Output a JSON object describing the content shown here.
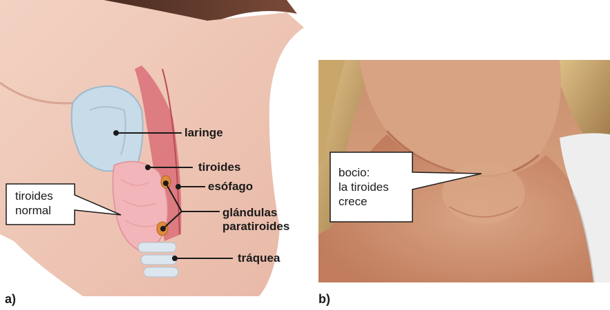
{
  "panel_a": {
    "letter": "a)",
    "labels": {
      "laringe": "laringe",
      "tiroides": "tiroides",
      "esofago": "esófago",
      "glandulas_line1": "glándulas",
      "glandulas_line2": "paratiroides",
      "traquea": "tráquea"
    },
    "callout": {
      "line1": "tiroides",
      "line2": "normal"
    }
  },
  "panel_b": {
    "letter": "b)",
    "callout": {
      "line1": "bocio:",
      "line2": "la tiroides",
      "line3": "crece"
    }
  }
}
